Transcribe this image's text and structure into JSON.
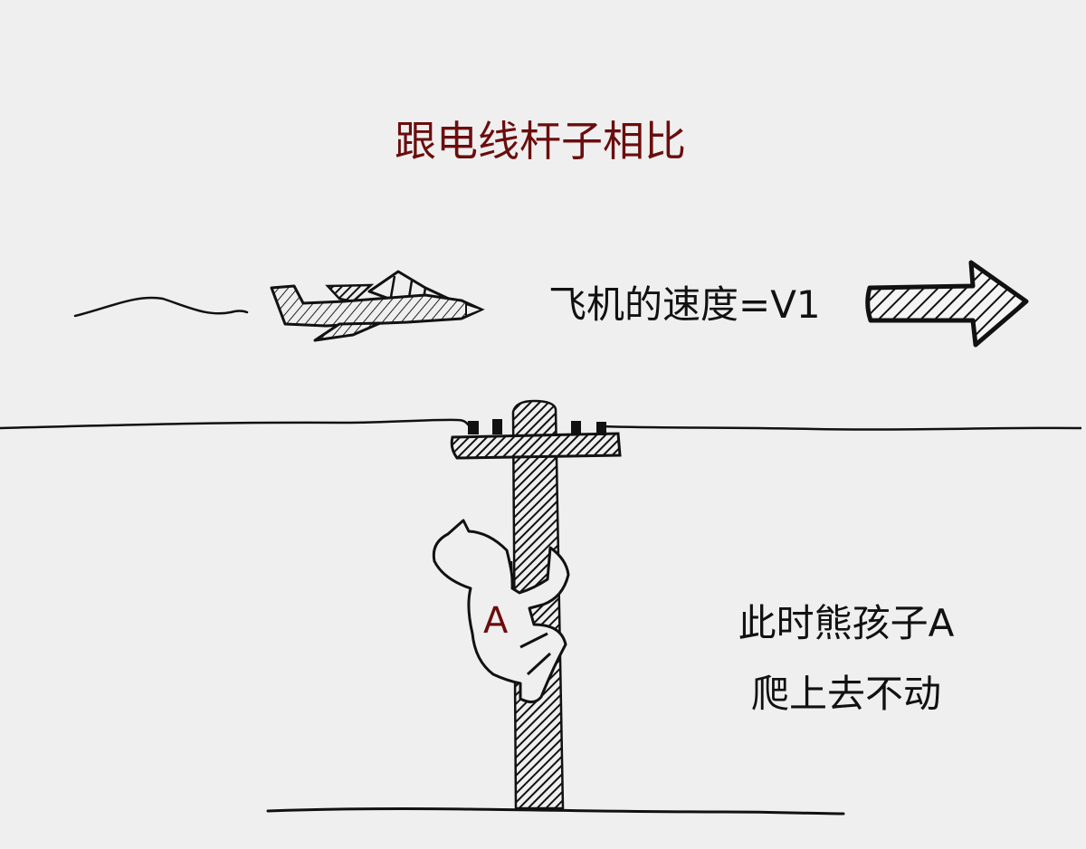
{
  "title": "跟电线杆子相比",
  "plane": {
    "speed_label": "飞机的速度=V1",
    "direction": "right"
  },
  "child": {
    "label": "A"
  },
  "caption": {
    "line1": "此时熊孩子A",
    "line2": "爬上去不动"
  },
  "colors": {
    "background": "#efefef",
    "title": "#6b0d0d",
    "ink": "#111111",
    "label_a": "#6b0d0d"
  },
  "icons": {
    "plane": "airplane-sketch",
    "arrow": "right-arrow-hatched",
    "pole": "utility-pole-sketch",
    "child": "climbing-child-sketch"
  }
}
